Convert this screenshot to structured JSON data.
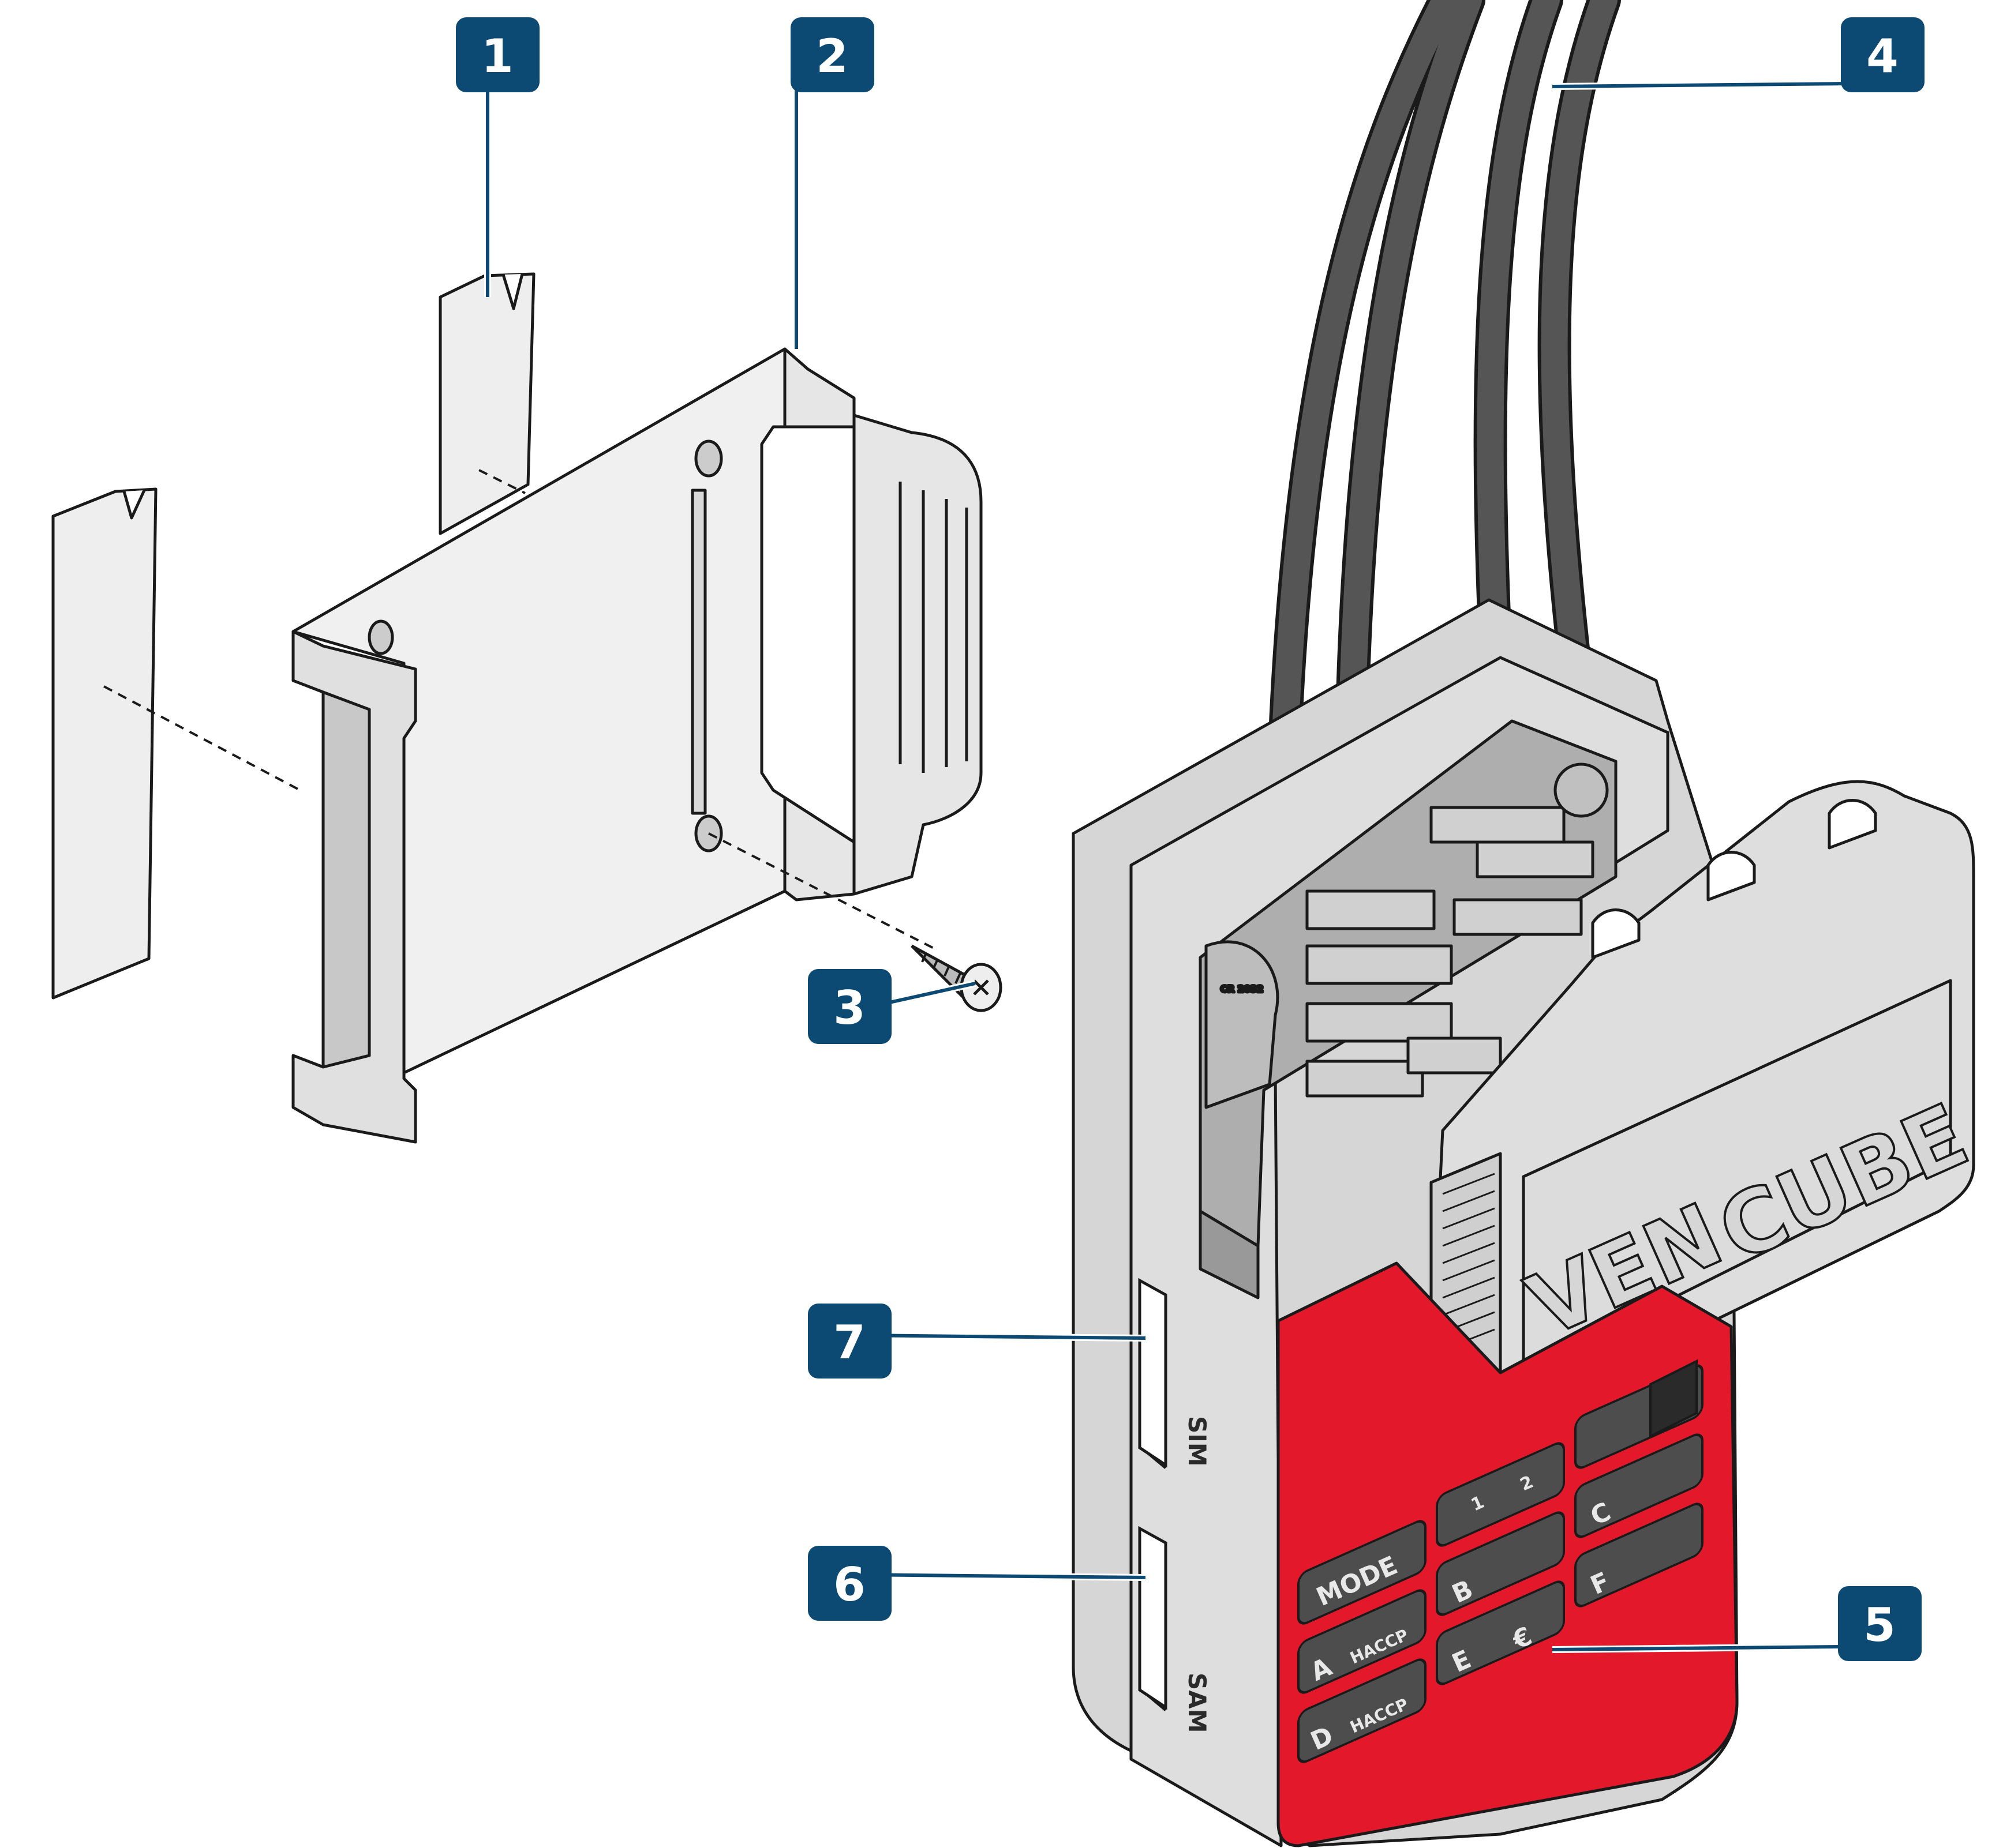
{
  "callouts": [
    {
      "id": "1",
      "label": "1"
    },
    {
      "id": "2",
      "label": "2"
    },
    {
      "id": "3",
      "label": "3"
    },
    {
      "id": "4",
      "label": "4"
    },
    {
      "id": "5",
      "label": "5"
    },
    {
      "id": "6",
      "label": "6"
    },
    {
      "id": "7",
      "label": "7"
    }
  ],
  "device": {
    "brand_left": "VEN",
    "brand_right": "CUBE",
    "slot_sim": "SIM",
    "slot_sam": "SAM"
  },
  "keypad": {
    "mode": "MODE",
    "a": "A",
    "b": "B",
    "c": "C",
    "d": "D",
    "e": "E",
    "f": "F",
    "haccp": "HACCP",
    "euro": "€",
    "one": "1",
    "two": "2"
  },
  "colors": {
    "callout": "#0d4a73",
    "keypad_panel": "#e3192b",
    "housing": "#dedede",
    "cable": "#555555"
  }
}
